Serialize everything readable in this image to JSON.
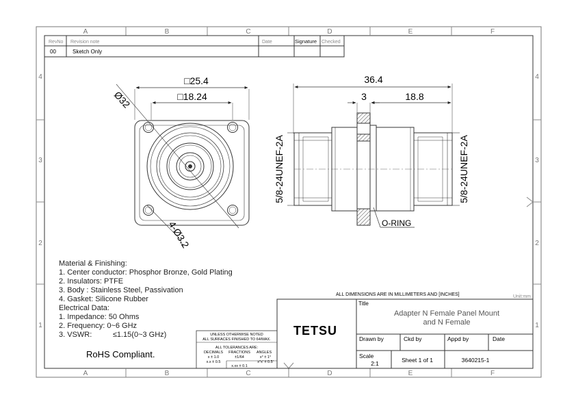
{
  "zone_letters": [
    "A",
    "B",
    "C",
    "D",
    "E",
    "F"
  ],
  "zone_numbers": [
    "4",
    "3",
    "2",
    "1"
  ],
  "revision_table": {
    "headers": {
      "rev_no": "RevNo",
      "note": "Revision note",
      "date": "Date",
      "signature": "Signature",
      "checked": "Checked"
    },
    "row": {
      "rev_no": "00",
      "note": "Sketch Only"
    }
  },
  "front_view": {
    "dim_square_outer": "□25.4",
    "dim_square_inner": "□18.24",
    "dim_diameter": "Ø32",
    "dim_holes": "4-Ø3.2"
  },
  "side_view": {
    "dim_length": "36.4",
    "dim_flange": "3",
    "dim_body": "18.8",
    "thread_left": "5/8-24UNEF-2A",
    "thread_right": "5/8-24UNEF-2A",
    "oring_label": "O-RING"
  },
  "notes": {
    "lines": [
      "Material & Finishing:",
      "1. Center conductor: Phosphor Bronze, Gold Plating",
      "2. Insulators: PTFE",
      "3. Body : Stainless Steel, Passivation",
      "4. Gasket: Silicone Rubber",
      "Electrical Data:",
      "1. Impedance: 50 Ohms",
      "2. Frequency: 0~6 GHz",
      "3. VSWR:          ≤1.15(0~3 GHz)"
    ],
    "rohs": "RoHS Compliant."
  },
  "tolerance_block": {
    "line1": "UNLESS OTHERWISE NOTED",
    "line2": "ALL SURFACES FINISHED TO 64/MAX.",
    "line3": "ALL TOLERANCES ARE:",
    "col_decimals": "DECIMALS",
    "col_fractions": "FRACTIONS",
    "col_angles": "ANGLES",
    "dec1": "x ± 1.0",
    "dec2": "x.x ± 0.5",
    "frac": "±1/64",
    "ang1": "x° ± 1°",
    "ang2": "x°x' ± 0.5'",
    "dec3": "x.xx ± 0.1"
  },
  "title_block": {
    "dimensions_note": "ALL DIMENSIONS ARE IN MILLIMETERS AND [INCHES]",
    "unit": "Unit:mm",
    "company": "TETSU",
    "title_label": "Title",
    "title_line1": "Adapter N Female Panel Mount",
    "title_line2": "and N Female",
    "drawn_by": "Drawn by",
    "ckd_by": "Ckd by",
    "appd_by": "Appd by",
    "date": "Date",
    "scale_label": "Scale",
    "scale_value": "2:1",
    "sheet": "Sheet 1 of 1",
    "part_number": "3640215-1"
  }
}
